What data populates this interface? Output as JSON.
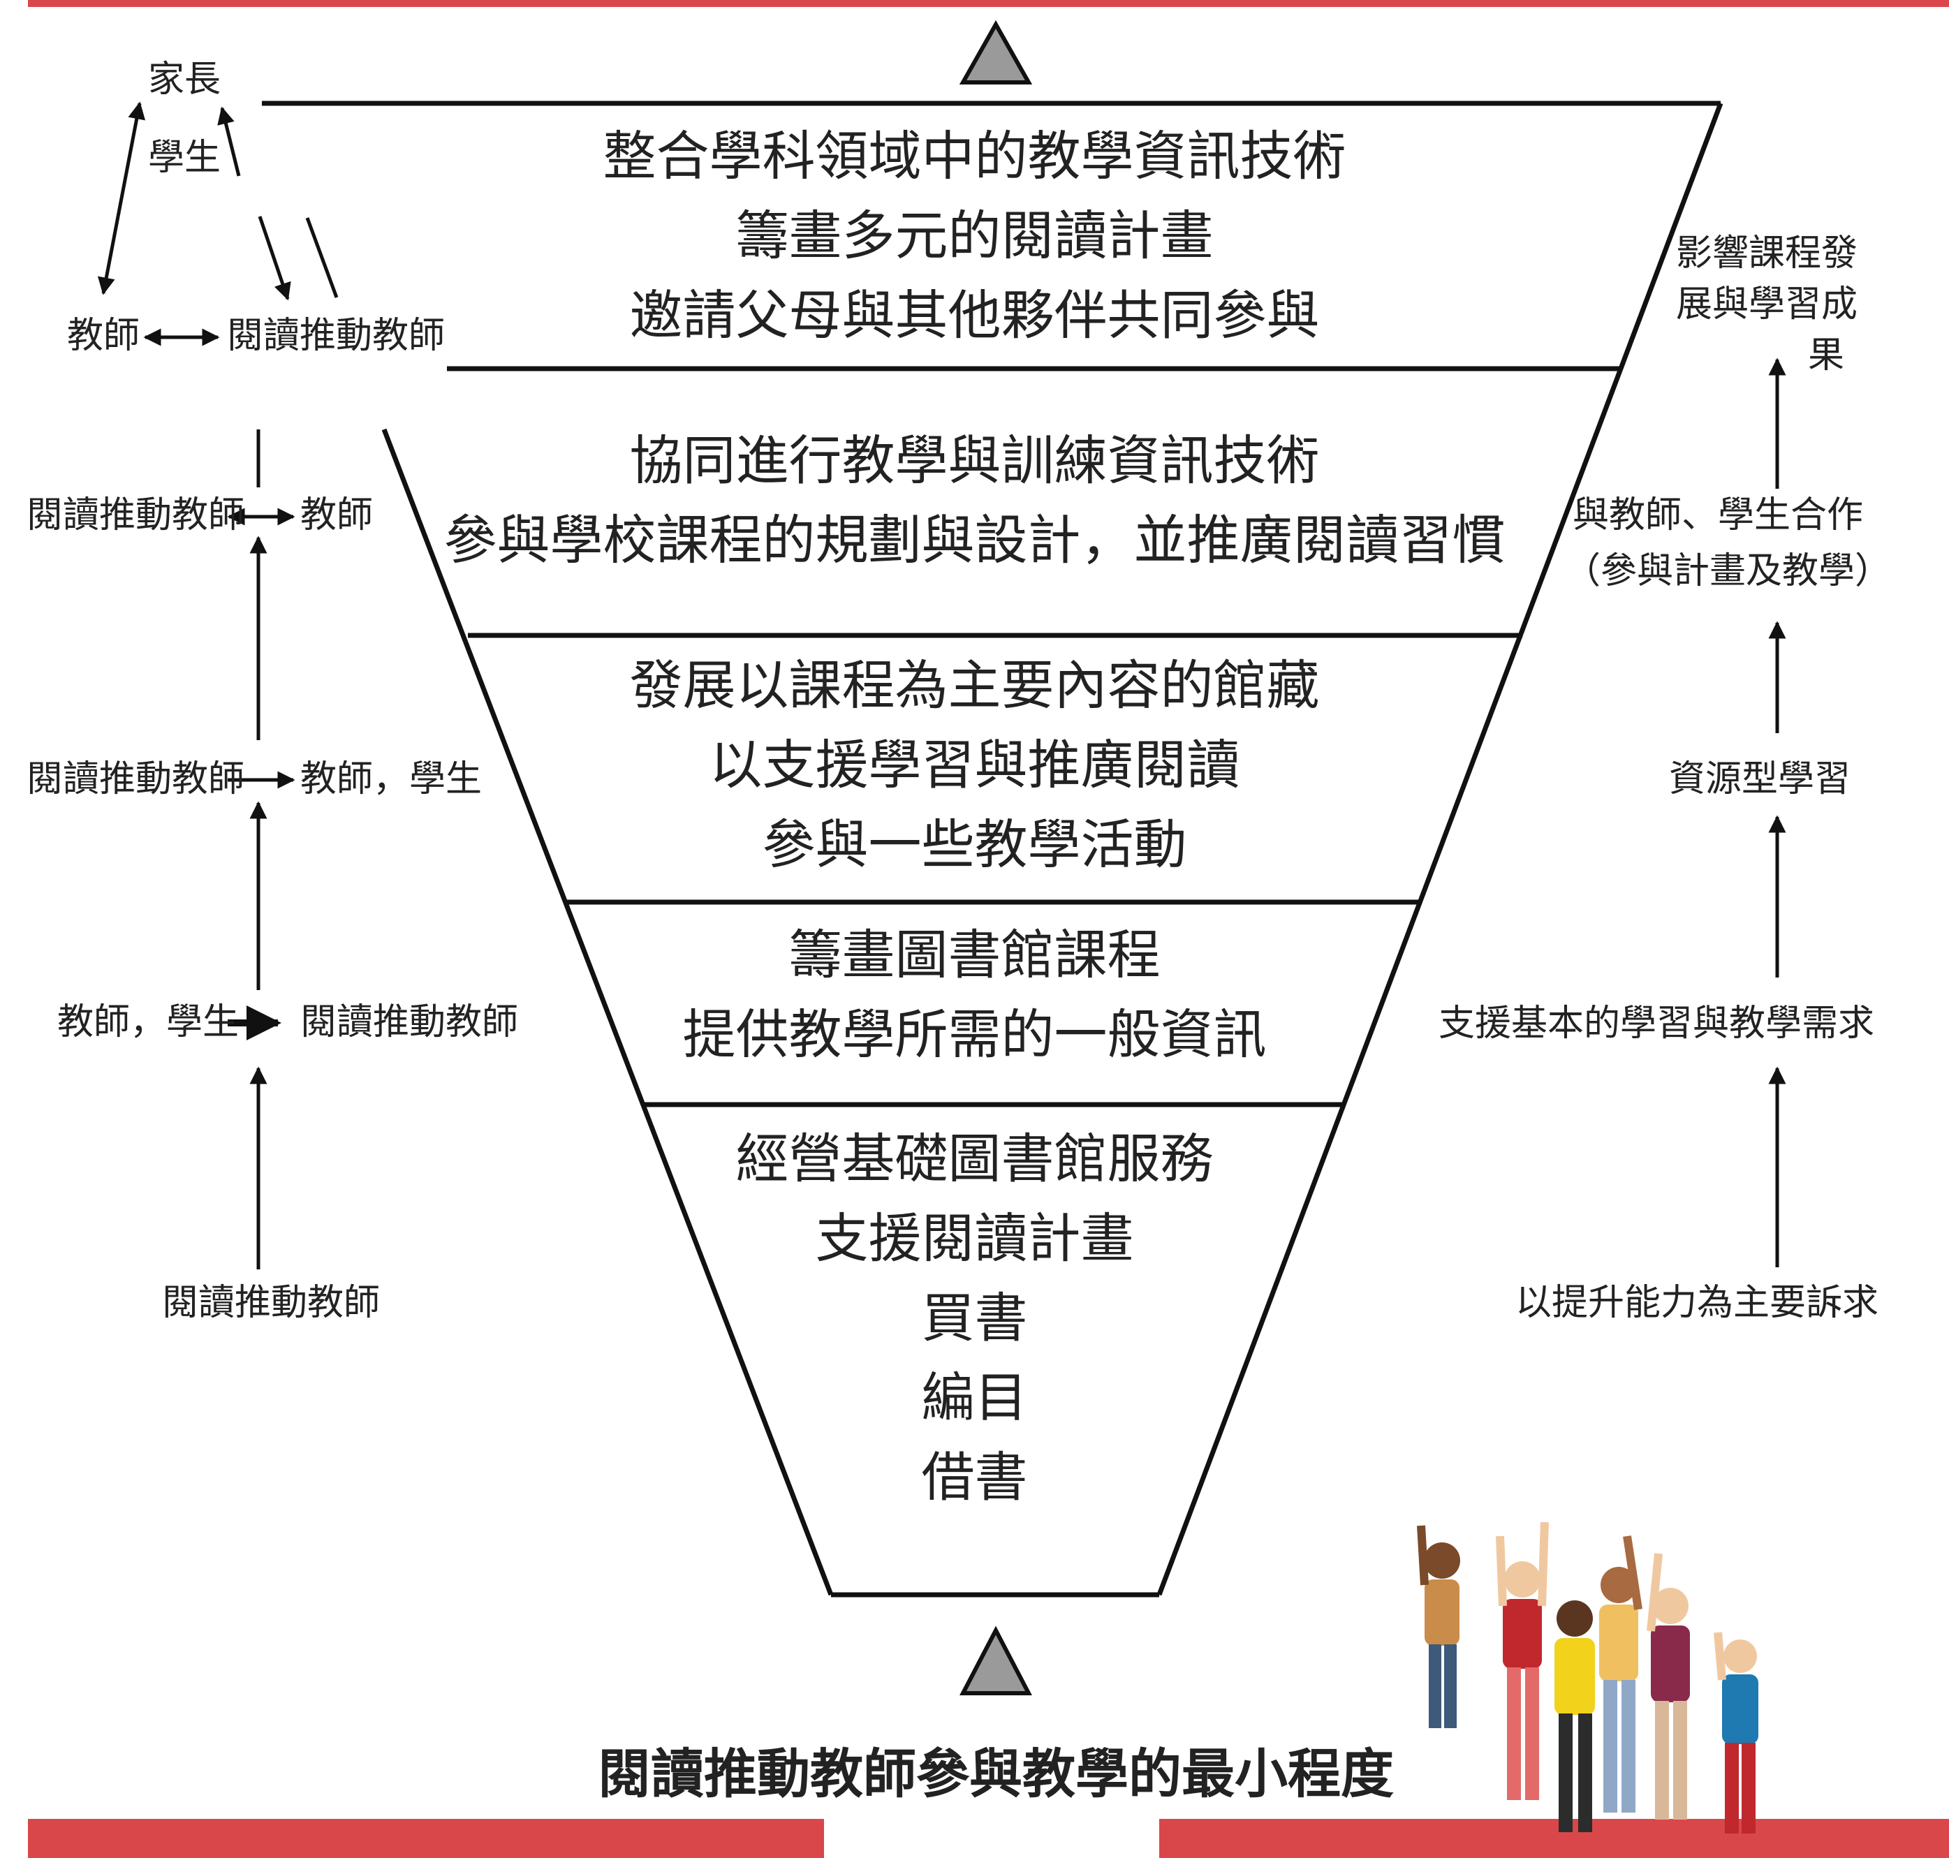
{
  "pyramid": {
    "levels": [
      {
        "id": "level-5",
        "lines": [
          "整合學科領域中的教學資訊技術",
          "籌畫多元的閱讀計畫",
          "邀請父母與其他夥伴共同參與"
        ]
      },
      {
        "id": "level-4",
        "lines": [
          "協同進行教學與訓練資訊技術",
          "參與學校課程的規劃與設計，並推廣閱讀習慣"
        ]
      },
      {
        "id": "level-3",
        "lines": [
          "發展以課程為主要內容的館藏",
          "以支援學習與推廣閱讀",
          "參與一些教學活動"
        ]
      },
      {
        "id": "level-2",
        "lines": [
          "籌畫圖書館課程",
          "提供教學所需的一般資訊"
        ]
      },
      {
        "id": "level-1",
        "lines": [
          "經營基礎圖書館服務",
          "支援閱讀計畫",
          "買書",
          "編目",
          "借書"
        ]
      }
    ]
  },
  "left": {
    "top_cluster": {
      "parent": "家長",
      "student": "學生",
      "teacher": "教師",
      "reading_teacher": "閱讀推動教師"
    },
    "row4": {
      "from": "閱讀推動教師",
      "to": "教師"
    },
    "row3": {
      "from": "閱讀推動教師",
      "to": "教師，學生"
    },
    "row2": {
      "from": "教師，學生",
      "to": "閱讀推動教師"
    },
    "row1": {
      "label": "閱讀推動教師"
    }
  },
  "right": {
    "items": [
      "以提升能力為主要訴求",
      "支援基本的學習與教學需求",
      "資源型學習",
      "與教師、學生合作",
      "（參與計畫及教學）",
      "影響課程發",
      "展與學習成",
      "果"
    ]
  },
  "bottom_caption": "閱讀推動教師參與教學的最小程度",
  "colors": {
    "accent_red": "#d9474a",
    "triangle_fill": "#9a9a9a",
    "line": "#111111"
  }
}
